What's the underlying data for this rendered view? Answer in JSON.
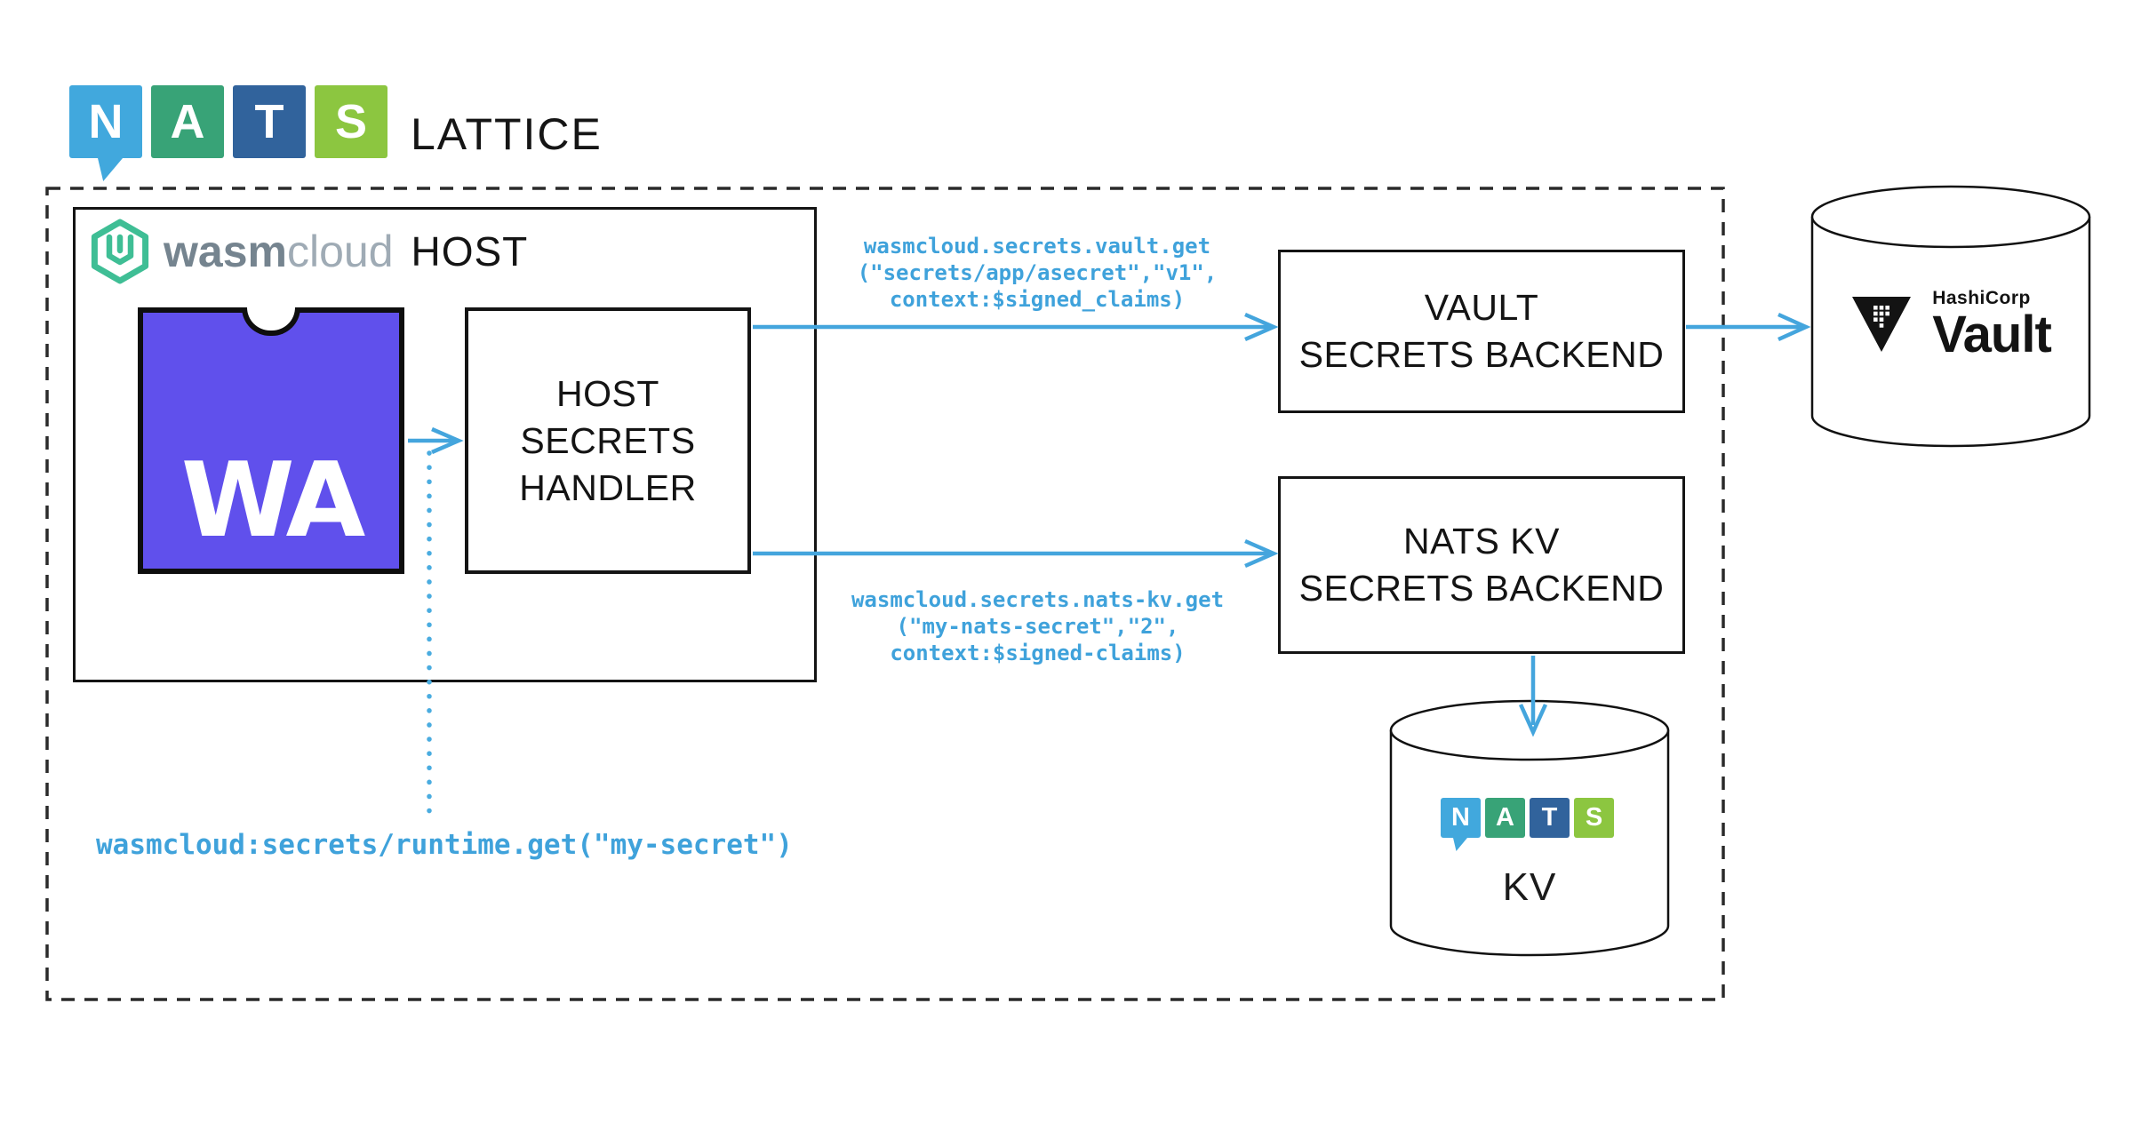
{
  "header": {
    "lattice_label": "LATTICE",
    "nats_letters": [
      "N",
      "A",
      "T",
      "S"
    ]
  },
  "host": {
    "brand_bold": "wasm",
    "brand_light": "cloud",
    "title": "HOST",
    "wa_label": "WA",
    "handler_label": "HOST\nSECRETS\nHANDLER"
  },
  "backends": {
    "vault": "VAULT\nSECRETS BACKEND",
    "nats_kv": "NATS KV\nSECRETS BACKEND"
  },
  "calls": {
    "vault": "wasmcloud.secrets.vault.get\n(\"secrets/app/asecret\",\"v1\",\ncontext:$signed_claims)",
    "nats_kv": "wasmcloud.secrets.nats-kv.get\n(\"my-nats-secret\",\"2\",\ncontext:$signed-claims)",
    "runtime": "wasmcloud:secrets/runtime.get(\"my-secret\")"
  },
  "stores": {
    "vault_brand": "HashiCorp",
    "vault_product": "Vault",
    "kv_label": "KV",
    "kv_nats_letters": [
      "N",
      "A",
      "T",
      "S"
    ]
  },
  "colors": {
    "arrow_blue": "#44A5DD",
    "code_blue": "#3FA2DB",
    "wasm_purple": "#6050EC",
    "wasmcloud_green": "#3FBE95",
    "nats_squares": [
      "#41A8DD",
      "#38A377",
      "#31639C",
      "#8CC640"
    ],
    "line_black": "#141414"
  }
}
